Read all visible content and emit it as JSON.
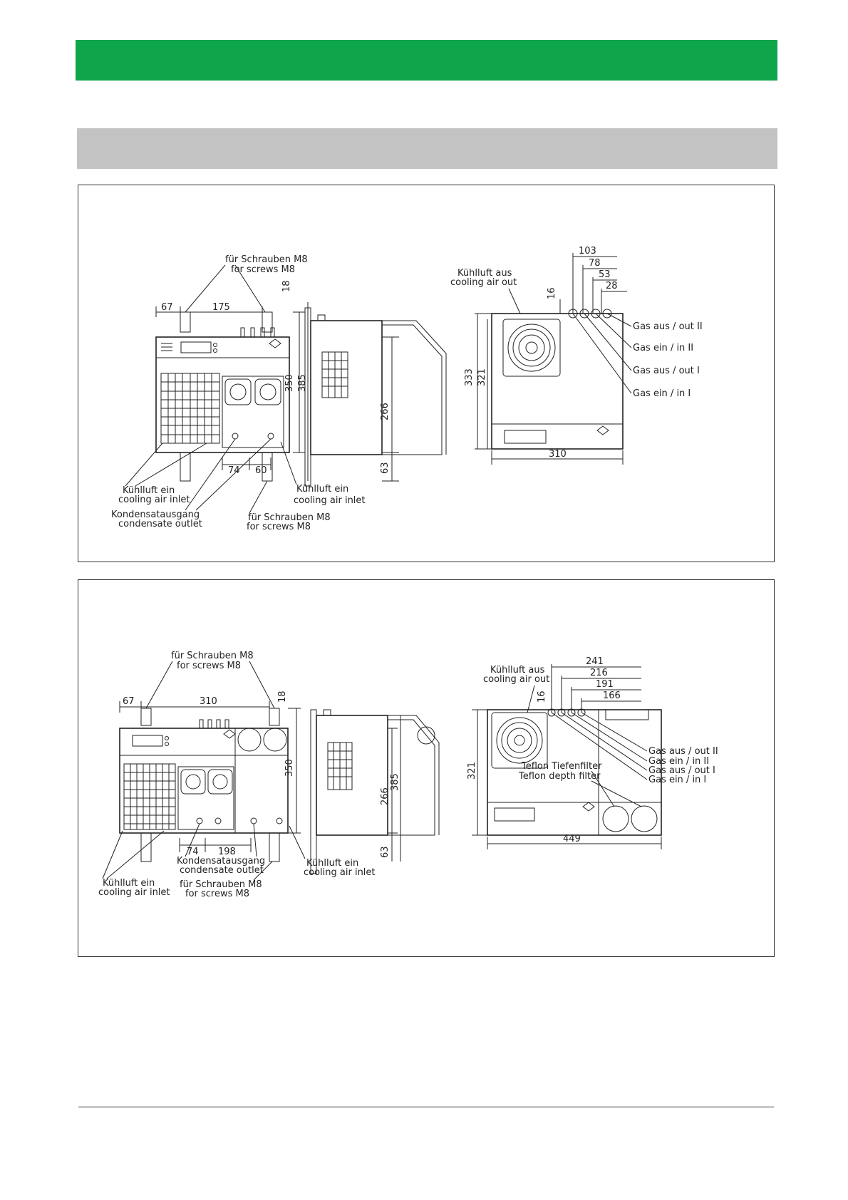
{
  "brand_color": "#0fa54a",
  "section_color": "#c3c3c3",
  "icons": [
    "fan-grille-icon",
    "pump-head-icon",
    "filter-canister-icon",
    "gas-port-icon"
  ],
  "drawing1": {
    "screws_top_de": "für Schrauben M8",
    "screws_top_en": "for screws M8",
    "dim_67": "67",
    "dim_175": "175",
    "dim_18": "18",
    "dim_350": "350",
    "dim_385": "385",
    "dim_266": "266",
    "dim_63": "63",
    "dim_74": "74",
    "dim_60": "60",
    "cooling_in_left_de": "Kühlluft ein",
    "cooling_in_left_en": "cooling air inlet",
    "condensate_de": "Kondensatausgang",
    "condensate_en": "condensate outlet",
    "screws_bottom_de": "für Schrauben M8",
    "screws_bottom_en": "for screws M8",
    "cooling_in_right_de": "Kühlluft ein",
    "cooling_in_right_en": "cooling air inlet",
    "cooling_out_de": "Kühlluft aus",
    "cooling_out_en": "cooling air out",
    "dim_103": "103",
    "dim_78": "78",
    "dim_53": "53",
    "dim_28": "28",
    "dim_16": "16",
    "dim_333": "333",
    "dim_321": "321",
    "dim_310": "310",
    "gas_out_2": "Gas aus / out II",
    "gas_in_2": "Gas ein / in II",
    "gas_out_1": "Gas aus / out I",
    "gas_in_1": "Gas ein / in I"
  },
  "drawing2": {
    "screws_top_de": "für Schrauben M8",
    "screws_top_en": "for screws M8",
    "dim_67": "67",
    "dim_310": "310",
    "dim_18": "18",
    "dim_350": "350",
    "dim_385": "385",
    "dim_266": "266",
    "dim_63": "63",
    "dim_74": "74",
    "dim_198": "198",
    "condensate_de": "Kondensatausgang",
    "condensate_en": "condensate outlet",
    "screws_bottom_de": "für Schrauben M8",
    "screws_bottom_en": "for screws M8",
    "cooling_in_left_de": "Kühlluft ein",
    "cooling_in_left_en": "cooling air inlet",
    "cooling_in_right_de": "Kühlluft ein",
    "cooling_in_right_en": "cooling air inlet",
    "cooling_out_de": "Kühlluft aus",
    "cooling_out_en": "cooling air out",
    "dim_241": "241",
    "dim_216": "216",
    "dim_191": "191",
    "dim_166": "166",
    "dim_16": "16",
    "dim_321": "321",
    "dim_449": "449",
    "gas_out_2": "Gas aus / out II",
    "gas_in_2": "Gas ein / in II",
    "gas_out_1": "Gas aus / out I",
    "gas_in_1": "Gas ein / in I",
    "teflon_de": "Teflon Tiefenfilter",
    "teflon_en": "Teflon depth filter"
  }
}
